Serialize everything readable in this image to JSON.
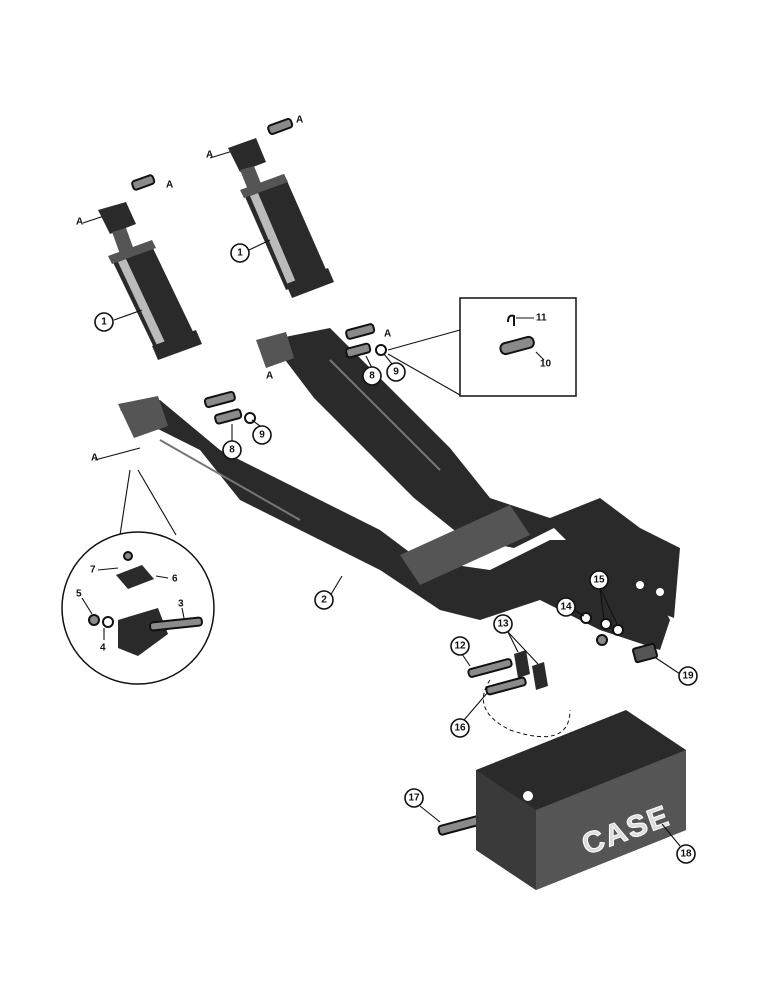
{
  "callouts": {
    "c1a": "1",
    "c1b": "1",
    "c2": "2",
    "c3": "3",
    "c4": "4",
    "c5": "5",
    "c6": "6",
    "c7": "7",
    "c8a": "8",
    "c8b": "8",
    "c9a": "9",
    "c9b": "9",
    "c10": "10",
    "c11": "11",
    "c12": "12",
    "c13": "13",
    "c14": "14",
    "c15": "15",
    "c16": "16",
    "c17": "17",
    "c18": "18",
    "c19": "19"
  },
  "axis_marks": {
    "a1": "A",
    "a2": "A",
    "a3": "A",
    "a4": "A",
    "a5": "A",
    "a6": "A",
    "a7": "A"
  },
  "weight_brand": "CASE"
}
